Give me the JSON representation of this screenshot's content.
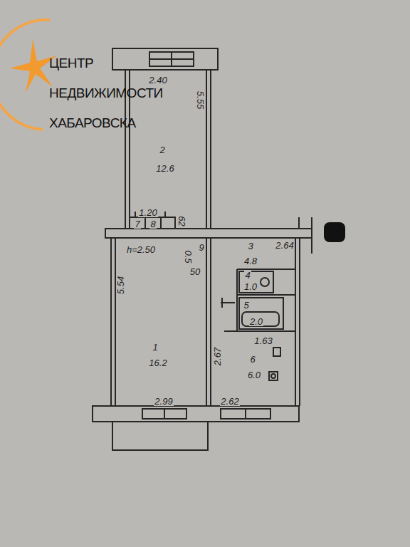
{
  "diagram": {
    "labels": [
      "ЦЕНТР",
      "НЕДВИЖИМОСТИ",
      "ХАБАРОВСКА",
      "2.40",
      "2",
      "12.6",
      "5.55",
      "1.20",
      "7",
      "8",
      "62",
      "h=2.50",
      "9",
      "0.5",
      "50",
      "3",
      "4.8",
      "2.64",
      "4",
      "1.0",
      "5",
      "2.0",
      "1.63",
      "1",
      "16.2",
      "5.54",
      "2.67",
      "6",
      "6.0",
      "2.99",
      "2.62"
    ]
  }
}
